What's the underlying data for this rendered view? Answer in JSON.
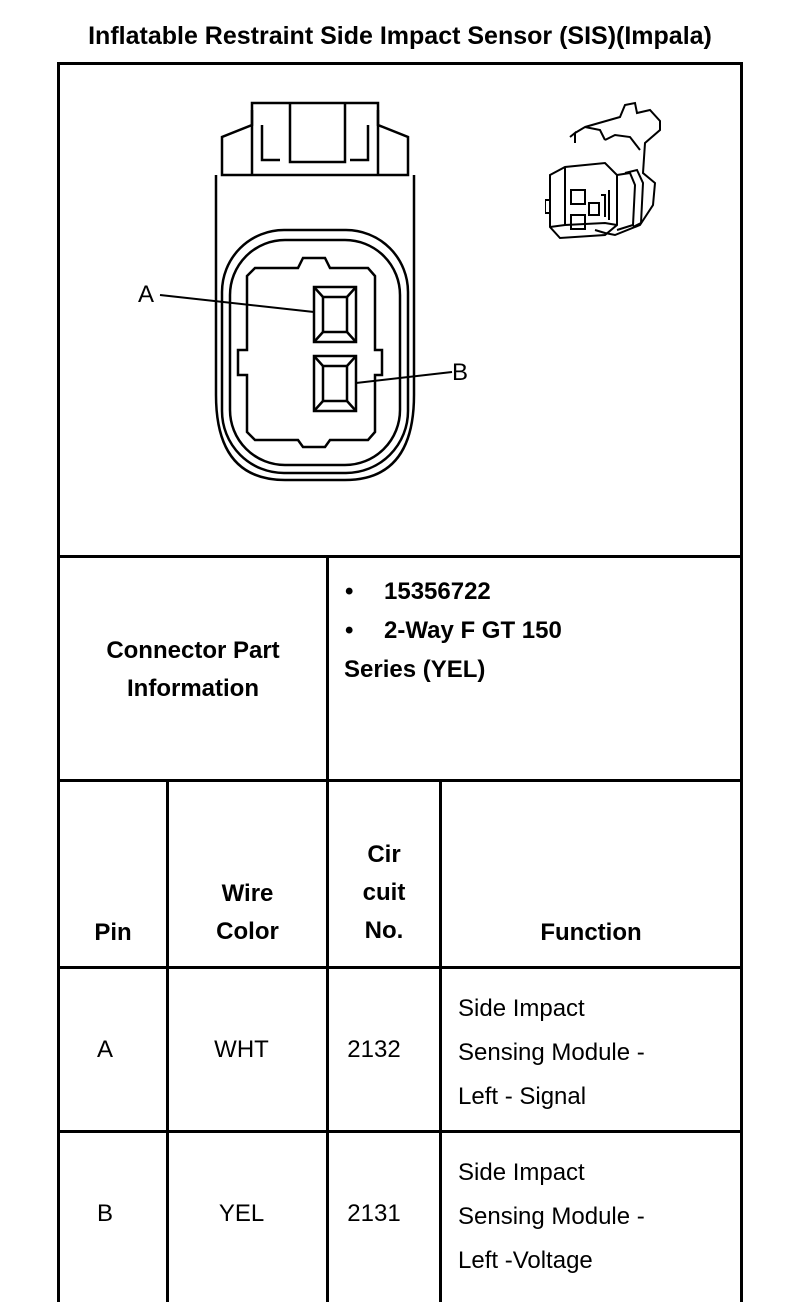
{
  "title": "Inflatable Restraint Side Impact Sensor (SIS)(Impala)",
  "diagram": {
    "label_a": "A",
    "label_b": "B"
  },
  "connector_info": {
    "label_line1": "Connector Part",
    "label_line2": "Information",
    "bullet": "•",
    "part_number": "15356722",
    "description_line1": "2-Way F GT 150",
    "description_line2": "Series (YEL)"
  },
  "table": {
    "headers": {
      "pin": "Pin",
      "wire_color_line1": "Wire",
      "wire_color_line2": "Color",
      "circuit_line1": "Cir",
      "circuit_line2": "cuit",
      "circuit_line3": "No.",
      "function": "Function"
    },
    "rows": [
      {
        "pin": "A",
        "wire_color": "WHT",
        "circuit": "2132",
        "function_line1": "Side Impact",
        "function_line2": "Sensing Module -",
        "function_line3": "Left - Signal"
      },
      {
        "pin": "B",
        "wire_color": "YEL",
        "circuit": "2131",
        "function_line1": "Side Impact",
        "function_line2": "Sensing Module -",
        "function_line3": "Left -Voltage"
      }
    ]
  }
}
